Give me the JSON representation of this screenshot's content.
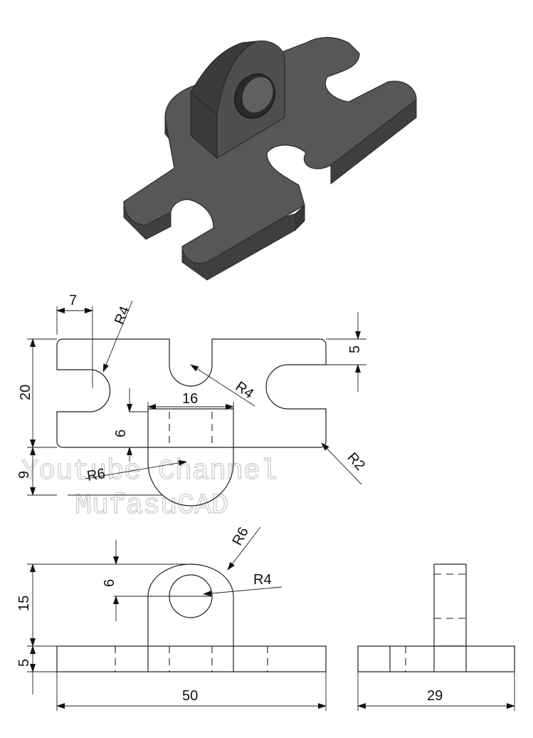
{
  "watermark": {
    "line1": "Youtube Channel",
    "line2": "MufasuCAD"
  },
  "top_view": {
    "dims": {
      "d7": "7",
      "r4_left": "R4",
      "d5": "5",
      "d20": "20",
      "d16": "16",
      "r4_slot": "R4",
      "d6": "6",
      "d9": "9",
      "r6": "R6",
      "r2": "R2"
    }
  },
  "front_view": {
    "dims": {
      "r6": "R6",
      "d6": "6",
      "r4": "R4",
      "d15": "15",
      "d5": "5",
      "d50": "50"
    }
  },
  "side_view": {
    "dims": {
      "d29": "29"
    }
  },
  "colors": {
    "line": "#1e1e1e",
    "solid_face": "#4a4a4a",
    "solid_top": "#5a5a5a",
    "watermark": "#c8c8c8"
  }
}
